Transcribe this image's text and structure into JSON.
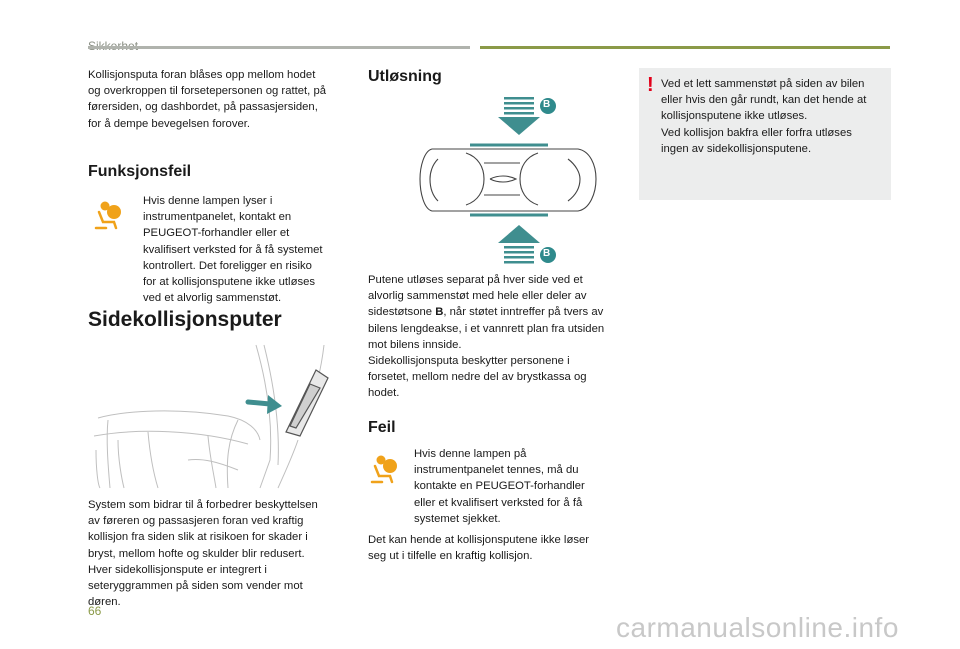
{
  "header": {
    "section": "Sikkerhet"
  },
  "column1": {
    "intro": "Kollisjonsputa foran blåses opp mellom hodet\nog overkroppen til forsetepersonen og rattet, på\nførersiden, og dashbordet, på passasjersiden,\nfor å dempe bevegelsen forover.",
    "funksjonsfeil_heading": "Funksjonsfeil",
    "funksjonsfeil_text": "Hvis denne lampen lyser i\ninstrumentpanelet, kontakt en\nPEUGEOT-forhandler eller et\nkvalifisert verksted for å få systemet\nkontrollert. Det foreligger en risiko\nfor at kollisjonsputene ikke utløses\nved et alvorlig sammenstøt.",
    "side_heading": "Sidekollisjonsputer",
    "side_text": "System som bidrar til å forbedrer beskyttelsen\nav føreren og passasjeren foran ved kraftig\nkollisjon fra siden slik at risikoen for skader i\nbryst, mellom hofte og skulder blir redusert.\nHver sidekollisjonspute er integrert i\nseteryggrammen på siden som vender mot\ndøren."
  },
  "column2": {
    "utlosning_heading": "Utløsning",
    "zone_label_top": "B",
    "zone_label_bottom": "B",
    "utlosning_text_1": "Putene utløses separat på hver side ved et\nalvorlig sammenstøt med hele eller deler av\nsidestøtsone ",
    "utlosning_text_bold": "B",
    "utlosning_text_2": ", når støtet inntreffer på tvers av\nbilens lengdeakse, i et vannrett plan fra utsiden\nmot bilens innside.\nSidekollisjonsputa beskytter personene i\nforsetet, mellom nedre del av brystkassa og\nhodet.",
    "feil_heading": "Feil",
    "feil_text": "Hvis denne lampen på\ninstrumentpanelet tennes, må du\nkontakte en PEUGEOT-forhandler\neller et kvalifisert verksted for å få\nsystemet sjekket.",
    "feil_note": "Det kan hende at kollisjonsputene ikke løser\nseg ut i tilfelle en kraftig kollisjon."
  },
  "column3": {
    "warning_text": "Ved et lett sammenstøt på siden av bilen\neller hvis den går rundt, kan det hende at\nkollisjonsputene ikke utløses.\nVed kollisjon bakfra eller forfra utløses\ningen av sidekollisjonsputene."
  },
  "footer": {
    "page_number": "66",
    "watermark": "carmanualsonline.info"
  },
  "colors": {
    "accent_green": "#8b9a48",
    "airbag_lamp": "#f0a21a",
    "arrow_teal": "#3f8e8f",
    "zone_badge": "#2f8a8c",
    "warning_red": "#e2001a"
  }
}
